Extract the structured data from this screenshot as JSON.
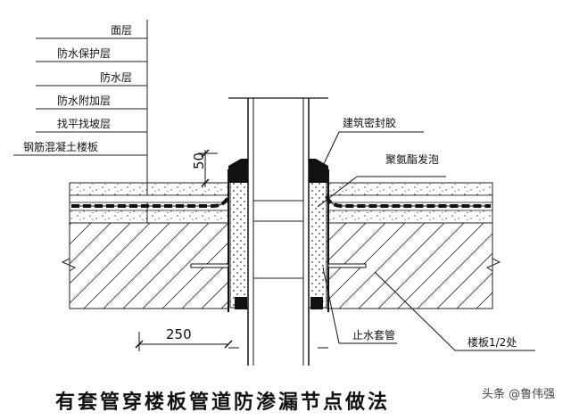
{
  "layer_labels": [
    "面层",
    "防水保护层",
    "防水层",
    "防水附加层",
    "找平找坡层",
    "钢筋混凝土楼板"
  ],
  "callouts": {
    "sealant": "建筑密封胶",
    "foam": "聚氨酯发泡",
    "sleeve": "止水套管",
    "slab_half": "楼板1/2处"
  },
  "dimensions": {
    "height_50": "50",
    "width_250": "250"
  },
  "title": "有套管穿楼板管道防渗漏节点做法",
  "watermark": "头条 @鲁伟强"
}
